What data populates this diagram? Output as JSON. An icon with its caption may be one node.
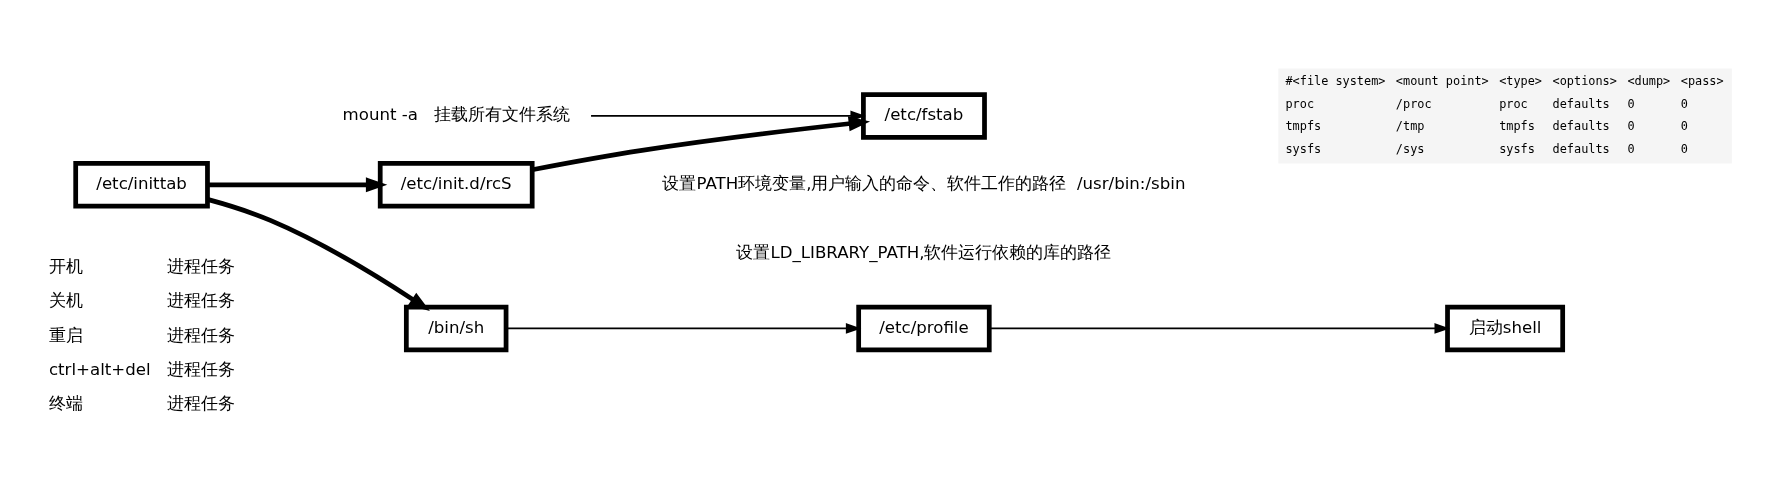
{
  "diagram": {
    "nodes": [
      {
        "text": [
          "/etc/inittab"
        ]
      },
      {
        "text": [
          "/etc/init.d/rcS"
        ]
      },
      {
        "text": [
          "mount -a   挂载所有文件系统"
        ]
      },
      {
        "text": [
          "/etc/fstab"
        ]
      },
      {
        "text": [
          "/bin/sh"
        ]
      },
      {
        "text": [
          "/etc/profile"
        ]
      },
      {
        "text": [
          "启动shell"
        ]
      }
    ],
    "edges": [
      {
        "from": 0,
        "to": 1,
        "arrow": "to",
        "style": "thick"
      },
      {
        "from": 0,
        "to": 4,
        "arrow": "to",
        "style": "thick"
      },
      {
        "from": 1,
        "to": 3,
        "arrow": "to",
        "style": "thick"
      },
      {
        "from": 2,
        "to": 3,
        "arrow": "to"
      },
      {
        "from": 4,
        "to": 5,
        "arrow": "to"
      },
      {
        "from": 5,
        "to": 6,
        "arrow": "to"
      }
    ],
    "labels": [
      "开机",
      "进程任务",
      "关机",
      "进程任务",
      "重启",
      "进程任务",
      "ctrl+alt+del",
      "进程任务",
      "终端",
      "进程任务",
      "设置PATH环境变量,用户输入的命令、软件工作的路径  /usr/bin:/sbin",
      "设置LD_LIBRARY_PATH,软件运行依赖的库的路径",
      "#<file system>",
      "<mount point>",
      "<type>",
      "<options>",
      "<dump>",
      "<pass>",
      "proc",
      "/proc",
      "proc",
      "defaults",
      "0",
      "0",
      "tmpfs",
      "/tmp",
      "tmpfs",
      "defaults",
      "0",
      "0",
      "sysfs",
      "/sys",
      "sysfs",
      "defaults",
      "0",
      "0"
    ]
  }
}
